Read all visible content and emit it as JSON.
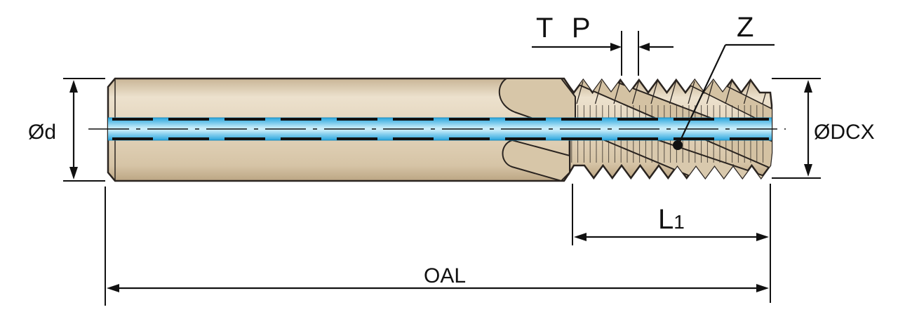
{
  "labels": {
    "tp": "T P",
    "z": "Z",
    "d": "Ød",
    "dcx": "ØDCX",
    "l1_letter": "L",
    "l1_sub": "1",
    "oal": "OAL"
  },
  "colors": {
    "body": "#e7dac4",
    "body_shade": "#cfbd9f",
    "outline": "#2a2420",
    "coolant": "#3cb4e6",
    "coolant_light": "#bfe6f7",
    "ink": "#111111"
  }
}
